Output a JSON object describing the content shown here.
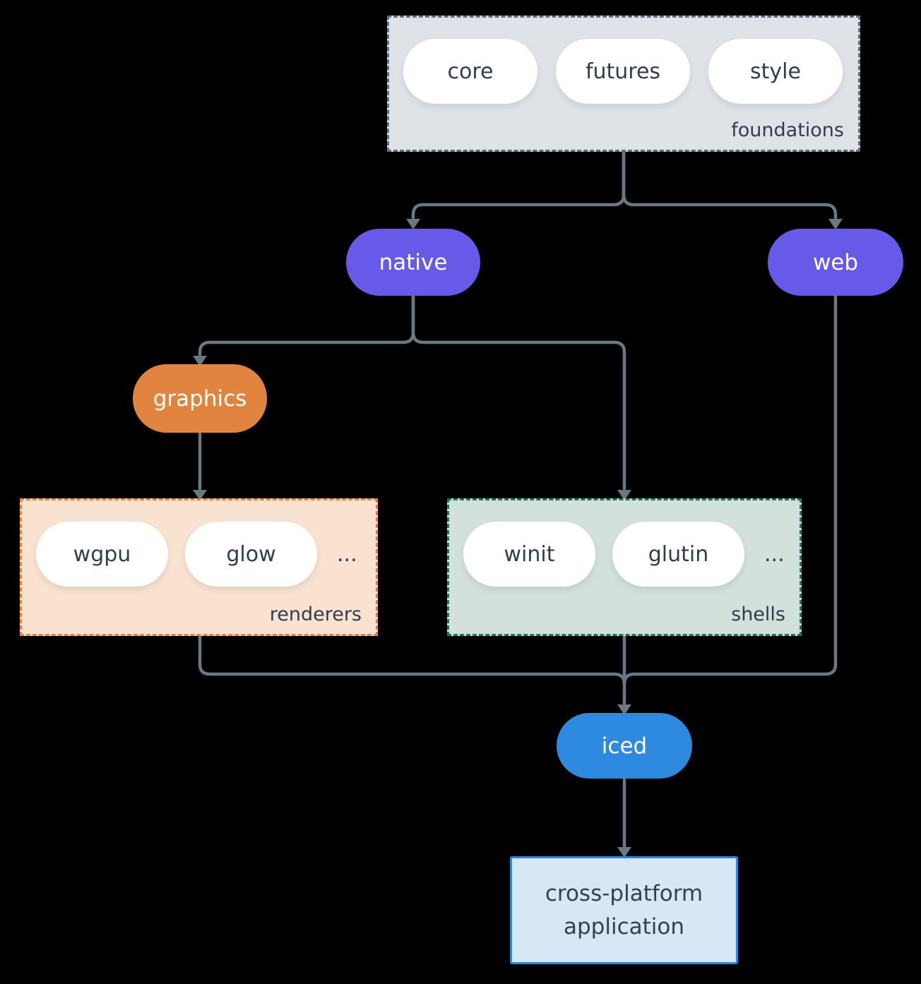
{
  "groups": {
    "foundations": {
      "label": "foundations",
      "pills": [
        "core",
        "futures",
        "style"
      ]
    },
    "renderers": {
      "label": "renderers",
      "pills": [
        "wgpu",
        "glow"
      ],
      "more": "..."
    },
    "shells": {
      "label": "shells",
      "pills": [
        "winit",
        "glutin"
      ],
      "more": "..."
    }
  },
  "nodes": {
    "native": {
      "label": "native"
    },
    "web": {
      "label": "web"
    },
    "graphics": {
      "label": "graphics"
    },
    "iced": {
      "label": "iced"
    },
    "app": {
      "label": "cross-platform application"
    }
  },
  "colors": {
    "background": "#000000",
    "connector": "#697885",
    "text_dark": "#2f3e4d",
    "node_purple": "#685ae8",
    "node_orange": "#e08440",
    "node_blue": "#2e8ade",
    "foundations_fill": "#dfe3e7",
    "foundations_border": "#5d7081",
    "renderers_fill": "#f9e2d0",
    "renderers_border": "#e08440",
    "shells_fill": "#d2e1da",
    "shells_border": "#1e7466",
    "app_fill": "#d8e7f6",
    "app_border": "#2e86de"
  }
}
